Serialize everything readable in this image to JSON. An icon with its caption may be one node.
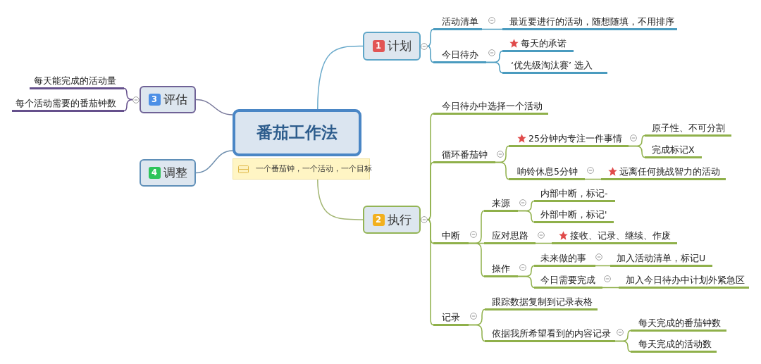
{
  "diagram": {
    "nodes": [
      {
        "text": [
          "番茄工作法"
        ],
        "beside": [
          "一个番茄钟，一个活动，一个目标"
        ]
      },
      {
        "text": [
          "1",
          "计划"
        ]
      },
      {
        "text": [
          "活动清单"
        ]
      },
      {
        "text": [
          "最近要进行的活动，随想随填，不用排序"
        ]
      },
      {
        "text": [
          "今日待办"
        ]
      },
      {
        "text": [
          "每天的承诺"
        ]
      },
      {
        "text": [
          "‘优先级淘汰赛’ 选入"
        ]
      },
      {
        "text": [
          "3",
          "评估"
        ]
      },
      {
        "text": [
          "每天能完成的活动量"
        ]
      },
      {
        "text": [
          "每个活动需要的番茄钟数"
        ]
      },
      {
        "text": [
          "4",
          "调整"
        ]
      },
      {
        "text": [
          "2",
          "执行"
        ]
      },
      {
        "text": [
          "今日待办中选择一个活动"
        ]
      },
      {
        "text": [
          "循环番茄钟"
        ]
      },
      {
        "text": [
          "25分钟内专注一件事情"
        ]
      },
      {
        "text": [
          "原子性、不可分割"
        ]
      },
      {
        "text": [
          "完成标记X"
        ]
      },
      {
        "text": [
          "响铃休息5分钟"
        ]
      },
      {
        "text": [
          "远离任何挑战智力的活动"
        ]
      },
      {
        "text": [
          "中断"
        ]
      },
      {
        "text": [
          "来源"
        ]
      },
      {
        "text": [
          "内部中断，标记-"
        ]
      },
      {
        "text": [
          "外部中断，标记'"
        ]
      },
      {
        "text": [
          "应对思路"
        ]
      },
      {
        "text": [
          "接收、记录、继续、作废"
        ]
      },
      {
        "text": [
          "操作"
        ]
      },
      {
        "text": [
          "未来做的事"
        ]
      },
      {
        "text": [
          "加入活动清单，标记U"
        ]
      },
      {
        "text": [
          "今日需要完成"
        ]
      },
      {
        "text": [
          "加入今日待办中计划外紧急区"
        ]
      },
      {
        "text": [
          "记录"
        ]
      },
      {
        "text": [
          "跟踪数据复制到记录表格"
        ]
      },
      {
        "text": [
          "依据我所希望看到的内容记录"
        ]
      },
      {
        "text": [
          "每天完成的番茄钟数"
        ]
      },
      {
        "text": [
          "每天完成的活动数"
        ]
      }
    ],
    "edges": [
      {
        "from": 0,
        "to": 1,
        "arrow": "none",
        "color": "#6aaacb"
      },
      {
        "from": 1,
        "to": 2,
        "arrow": "none",
        "color": "#4a9bbf"
      },
      {
        "from": 2,
        "to": 3,
        "arrow": "none",
        "color": "#4a9bbf"
      },
      {
        "from": 1,
        "to": 4,
        "arrow": "none",
        "color": "#4a9bbf"
      },
      {
        "from": 4,
        "to": 5,
        "arrow": "none",
        "color": "#4a9bbf"
      },
      {
        "from": 4,
        "to": 6,
        "arrow": "none",
        "color": "#4a9bbf"
      },
      {
        "from": 0,
        "to": 7,
        "arrow": "none",
        "color": "#77779a"
      },
      {
        "from": 7,
        "to": 8,
        "arrow": "none",
        "color": "#65508c"
      },
      {
        "from": 7,
        "to": 9,
        "arrow": "none",
        "color": "#65508c"
      },
      {
        "from": 0,
        "to": 10,
        "arrow": "none",
        "color": "#6f8fae"
      },
      {
        "from": 0,
        "to": 11,
        "arrow": "none",
        "color": "#a3b673"
      },
      {
        "from": 11,
        "to": 12,
        "arrow": "none"
      },
      {
        "from": 11,
        "to": 13,
        "arrow": "none"
      },
      {
        "from": 13,
        "to": 14,
        "arrow": "none"
      },
      {
        "from": 14,
        "to": 15,
        "arrow": "none"
      },
      {
        "from": 14,
        "to": 16,
        "arrow": "none"
      },
      {
        "from": 13,
        "to": 17,
        "arrow": "none"
      },
      {
        "from": 17,
        "to": 18,
        "arrow": "none"
      },
      {
        "from": 11,
        "to": 19,
        "arrow": "none"
      },
      {
        "from": 19,
        "to": 20,
        "arrow": "none"
      },
      {
        "from": 20,
        "to": 21,
        "arrow": "none"
      },
      {
        "from": 20,
        "to": 22,
        "arrow": "none"
      },
      {
        "from": 19,
        "to": 23,
        "arrow": "none"
      },
      {
        "from": 23,
        "to": 24,
        "arrow": "none"
      },
      {
        "from": 19,
        "to": 25,
        "arrow": "none"
      },
      {
        "from": 25,
        "to": 26,
        "arrow": "none"
      },
      {
        "from": 26,
        "to": 27,
        "arrow": "none"
      },
      {
        "from": 25,
        "to": 28,
        "arrow": "none"
      },
      {
        "from": 28,
        "to": 29,
        "arrow": "none"
      },
      {
        "from": 11,
        "to": 30,
        "arrow": "none"
      },
      {
        "from": 30,
        "to": 31,
        "arrow": "none"
      },
      {
        "from": 30,
        "to": 32,
        "arrow": "none"
      },
      {
        "from": 32,
        "to": 33,
        "arrow": "none"
      },
      {
        "from": 32,
        "to": 34,
        "arrow": "none"
      }
    ]
  }
}
